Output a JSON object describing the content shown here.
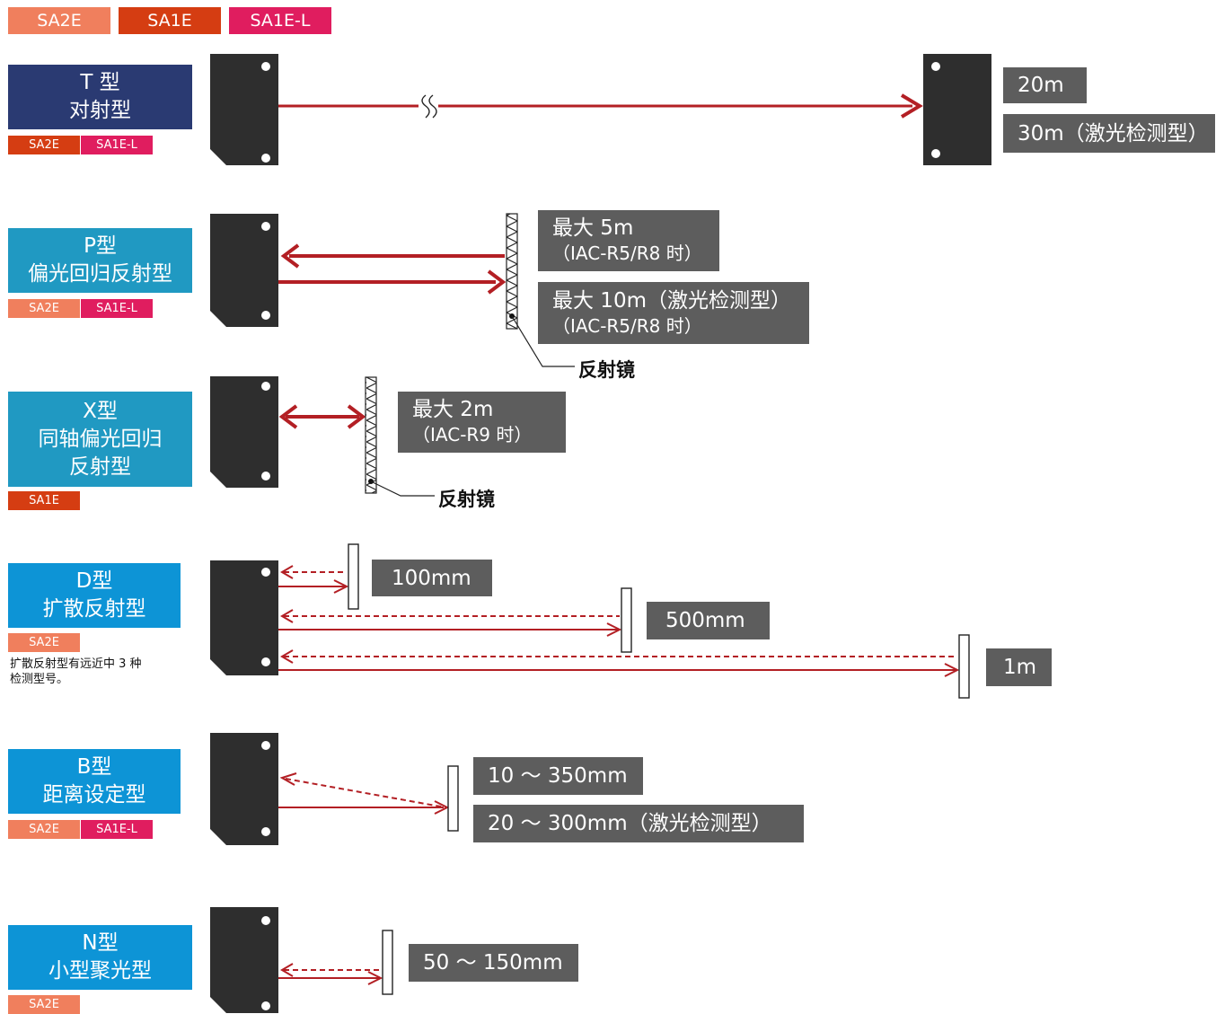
{
  "legend": {
    "sa2e": "SA2E",
    "sa1e": "SA1E",
    "sa1el": "SA1E-L"
  },
  "colors": {
    "sa2e": "#f07f5d",
    "sa1e": "#d53d12",
    "sa1el": "#e01d5f",
    "type_t": "#2a3a72",
    "type_teal": "#2099c2",
    "type_blue": "#0d94d6",
    "range_box": "#5d5d5d",
    "beam": "#b31f24"
  },
  "rows": {
    "t": {
      "line1": "T 型",
      "line2": "对射型",
      "range1": "20m",
      "range2": "30m（激光检测型）",
      "tags": [
        "SA2E",
        "SA1E-L"
      ]
    },
    "p": {
      "line1": "P型",
      "line2": "偏光回归反射型",
      "range1_a": "最大 5m",
      "range1_b": "（IAC-R5/R8 时）",
      "range2_a": "最大 10m（激光检测型）",
      "range2_b": "（IAC-R5/R8 时）",
      "mirror_label": "反射镜",
      "tags": [
        "SA2E",
        "SA1E-L"
      ]
    },
    "x": {
      "line1": "X型",
      "line2": "同轴偏光回归",
      "line3": "反射型",
      "range_a": "最大 2m",
      "range_b": "（IAC-R9 时）",
      "mirror_label": "反射镜",
      "tags": [
        "SA1E"
      ]
    },
    "d": {
      "line1": "D型",
      "line2": "扩散反射型",
      "range1": "100mm",
      "range2": "500mm",
      "range3": "1m",
      "note_line1": "扩散反射型有远近中 3 种",
      "note_line2": "检测型号。",
      "tags": [
        "SA2E"
      ]
    },
    "b": {
      "line1": "B型",
      "line2": "距离设定型",
      "range1": "10 ～ 350mm",
      "range2": "20 ～ 300mm（激光检测型）",
      "tags": [
        "SA2E",
        "SA1E-L"
      ]
    },
    "n": {
      "line1": "N型",
      "line2": "小型聚光型",
      "range1": "50 ～ 150mm",
      "tags": [
        "SA2E"
      ]
    }
  }
}
